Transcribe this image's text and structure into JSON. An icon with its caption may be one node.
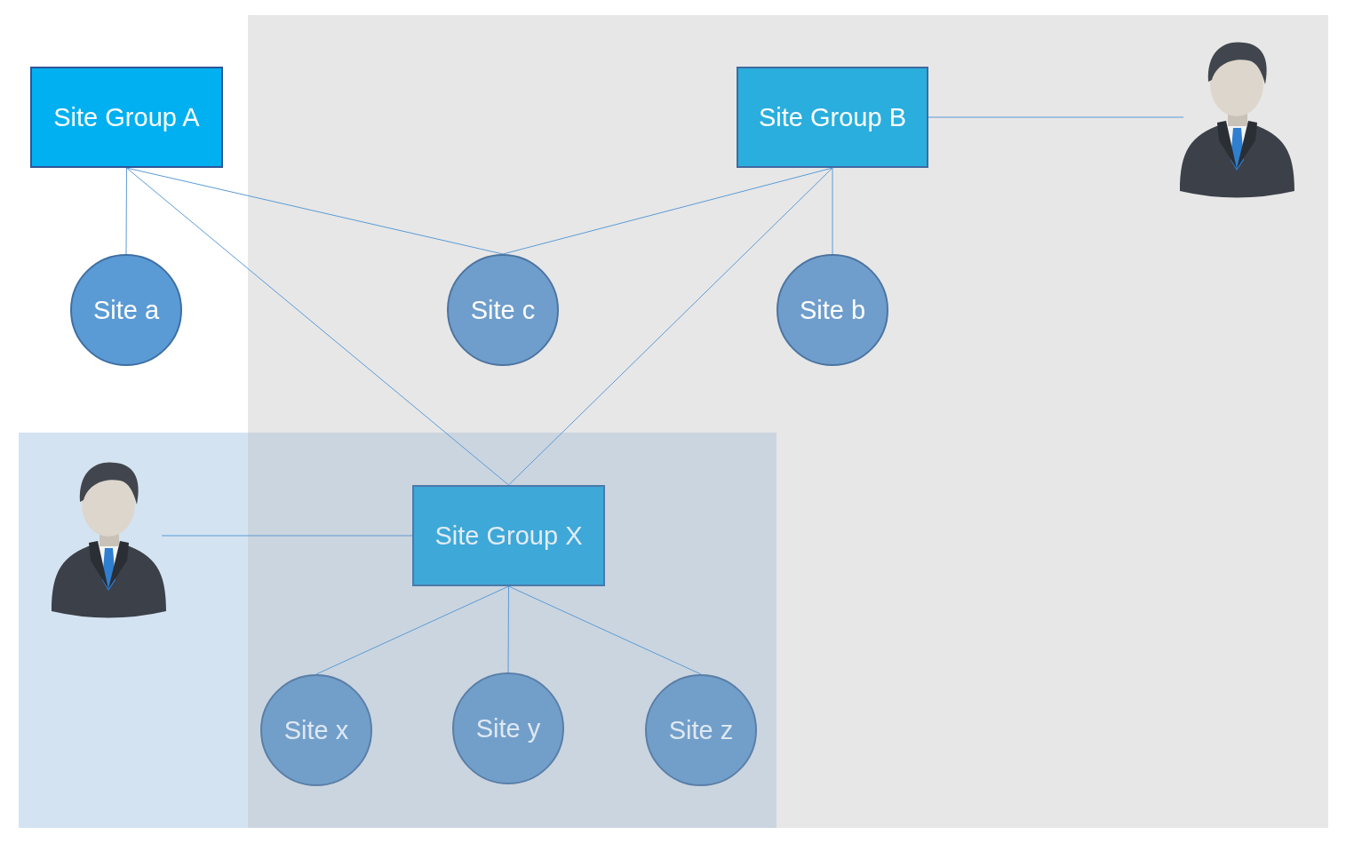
{
  "diagram": {
    "nodes": [
      {
        "text": [
          "Site Group A"
        ]
      },
      {
        "text": [
          "Site Group B"
        ]
      },
      {
        "text": [],
        "shape": "person"
      },
      {
        "text": [
          "Site a"
        ]
      },
      {
        "text": [
          "Site c"
        ]
      },
      {
        "text": [
          "Site b"
        ]
      },
      {
        "text": [],
        "shape": "person"
      },
      {
        "text": [
          "Site Group X"
        ]
      },
      {
        "text": [
          "Site x"
        ]
      },
      {
        "text": [
          "Site y"
        ]
      },
      {
        "text": [
          "Site z"
        ]
      }
    ],
    "edges": [
      {
        "from": 0,
        "to": 3,
        "arrow": "none"
      },
      {
        "from": 0,
        "to": 4,
        "arrow": "none"
      },
      {
        "from": 0,
        "to": 7,
        "arrow": "none"
      },
      {
        "from": 1,
        "to": 4,
        "arrow": "none"
      },
      {
        "from": 1,
        "to": 5,
        "arrow": "none"
      },
      {
        "from": 1,
        "to": 7,
        "arrow": "none"
      },
      {
        "from": 1,
        "to": 2,
        "arrow": "none"
      },
      {
        "from": 6,
        "to": 7,
        "arrow": "none"
      },
      {
        "from": 7,
        "to": 8,
        "arrow": "none"
      },
      {
        "from": 7,
        "to": 9,
        "arrow": "none"
      },
      {
        "from": 7,
        "to": 10,
        "arrow": "none"
      }
    ]
  }
}
